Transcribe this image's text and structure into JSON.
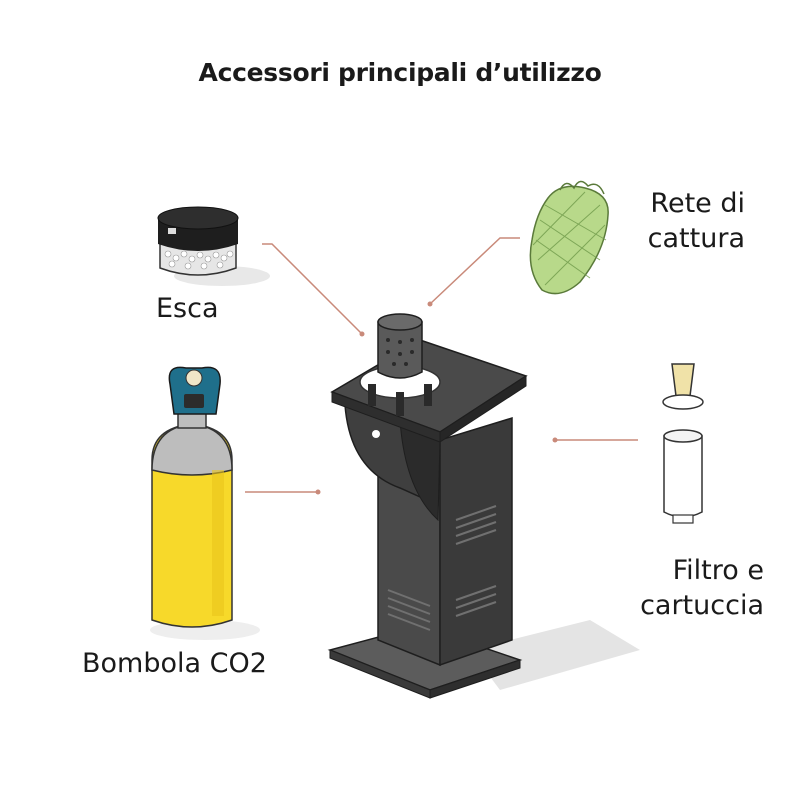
{
  "title": "Accessori principali d’utilizzo",
  "labels": {
    "esca": "Esca",
    "rete_line1": "Rete di",
    "rete_line2": "cattura",
    "filtro_line1": "Filtro e",
    "filtro_line2": "cartuccia",
    "bombola": "Bombola CO2"
  },
  "colors": {
    "connector": "#c98a7a",
    "device_body": "#4a4a4a",
    "device_top": "#3a3a3a",
    "cylinder_yellow": "#f7d92a",
    "cylinder_gray": "#bdbdbd",
    "valve_blue": "#1f6f8b",
    "net_green": "#b8d98a"
  }
}
